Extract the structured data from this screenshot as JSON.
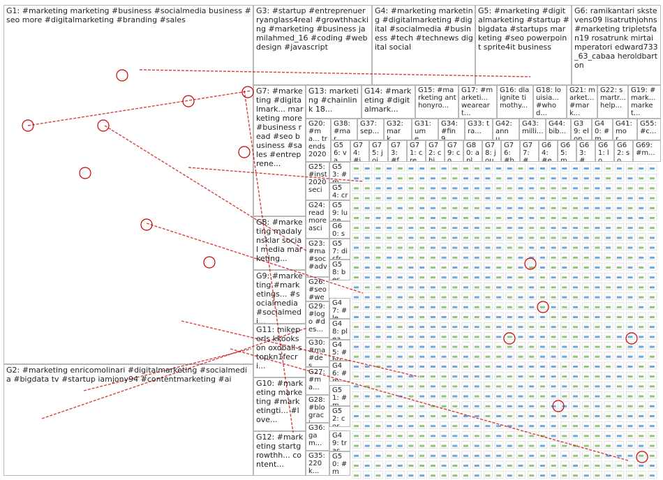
{
  "groups": [
    {
      "id": "G1",
      "text": "G1: #marketing marketing #business #socialmedia business #seo more #digitalmarketing #branding #sales"
    },
    {
      "id": "G2",
      "text": "G2: #marketing enricomolinari #digitalmarketing #socialmedia #bigdata tv #startup iamjony94 #contentmarketing #ai"
    },
    {
      "id": "G3",
      "text": "G3: #startup #entreprenuer ryanglass4real #growthhacking #marketing #business jamilahmed_16 #coding #webdesign #javascript"
    },
    {
      "id": "G4",
      "text": "G4: #marketing marketing #digitalmarketing #digital #socialmedia #business #tech #technews digital social"
    },
    {
      "id": "G5",
      "text": "G5: #marketing #digitalmarketing #startup #bigdata #startups marketing #seo powerpoint sprite4it business"
    },
    {
      "id": "G6",
      "text": "G6: ramikantari skstevens09 lisatruthjohns #marketing tripletsfan19 rosatrunk mirtaimperatori edward733_63_cabaa heroldbarton"
    },
    {
      "id": "G7",
      "text": "G7: #marketing #digitalmark... marketing more #business read #seo business #sales #entreprene..."
    },
    {
      "id": "G8",
      "text": "G8: #marketing madalynsklar social media marketing..."
    },
    {
      "id": "G9",
      "text": "G9: #marketing #marketings... #socialmedia #socialmedi..."
    },
    {
      "id": "G10",
      "text": "G10: #marketing marketing #marketingti... #love..."
    },
    {
      "id": "G11",
      "text": "G11: mikeperls kkookson oxoball stopkn1fecri..."
    },
    {
      "id": "G12",
      "text": "G12: #marketing startgrowthh... content..."
    },
    {
      "id": "G13",
      "text": "G13: marketing #chainlink 18..."
    },
    {
      "id": "G14",
      "text": "G14: #marketing #digitalmark..."
    },
    {
      "id": "G15",
      "text": "G15: #marketing anthonyro..."
    },
    {
      "id": "G17",
      "text": "G17: #marketi... weareart..."
    },
    {
      "id": "G16",
      "text": "G16: dlaignite timothy..."
    },
    {
      "id": "G18",
      "text": "G18: louisia... #whod..."
    },
    {
      "id": "G21",
      "text": "G21: market... #mark..."
    },
    {
      "id": "G22",
      "text": "G22: smartr... help..."
    },
    {
      "id": "G19",
      "text": "G19: #mark... market..."
    },
    {
      "id": "G20",
      "text": "G20: #ma... trends 2020"
    },
    {
      "id": "G38",
      "text": "G38: #mar..."
    },
    {
      "id": "G37",
      "text": "G37: sep..."
    },
    {
      "id": "G32",
      "text": "G32: mark..."
    },
    {
      "id": "G31",
      "text": "G31: ume..."
    },
    {
      "id": "G34",
      "text": "G34: #fin9..."
    },
    {
      "id": "G33",
      "text": "G33: tra..."
    },
    {
      "id": "G42",
      "text": "G42: annu..."
    },
    {
      "id": "G43",
      "text": "G43: milli..."
    },
    {
      "id": "G44",
      "text": "G44: bib..."
    },
    {
      "id": "G39",
      "text": "G39: elon..."
    },
    {
      "id": "G40",
      "text": "G40: #ma..."
    },
    {
      "id": "G41",
      "text": "G41: mor..."
    },
    {
      "id": "G55",
      "text": "G55: #c..."
    },
    {
      "id": "G56",
      "text": "G56: vac..."
    },
    {
      "id": "G74",
      "text": "G74: #jo..."
    },
    {
      "id": "G75",
      "text": "G75: join..."
    },
    {
      "id": "G73",
      "text": "G73: #fo..."
    },
    {
      "id": "G71",
      "text": "G71: cre..."
    },
    {
      "id": "G72",
      "text": "G72: chi..."
    },
    {
      "id": "G79",
      "text": "G79: con..."
    },
    {
      "id": "G80",
      "text": "G80: apli..."
    },
    {
      "id": "G78",
      "text": "G78: jour..."
    },
    {
      "id": "G76",
      "text": "G76: #br..."
    },
    {
      "id": "G77",
      "text": "G77: #m..."
    },
    {
      "id": "G64",
      "text": "G64: #es..."
    },
    {
      "id": "G65",
      "text": "G65: me..."
    },
    {
      "id": "G63",
      "text": "G63: #k..."
    },
    {
      "id": "G61",
      "text": "G61: log..."
    },
    {
      "id": "G62",
      "text": "G62: soc..."
    },
    {
      "id": "G69",
      "text": "G69: #m..."
    },
    {
      "id": "G25",
      "text": "G25: #inst 2020 seci"
    },
    {
      "id": "G53",
      "text": "G53: #ma..."
    },
    {
      "id": "G54",
      "text": "G54: crea..."
    },
    {
      "id": "G24",
      "text": "G24: read more asci"
    },
    {
      "id": "G59",
      "text": "G59: lune..."
    },
    {
      "id": "G60",
      "text": "G60: sem..."
    },
    {
      "id": "G23",
      "text": "G23: #ma #soc #adv"
    },
    {
      "id": "G57",
      "text": "G57: disfr..."
    },
    {
      "id": "G26",
      "text": "G26: #seo #we"
    },
    {
      "id": "G58",
      "text": "G58: best..."
    },
    {
      "id": "G47",
      "text": "G47: #lea..."
    },
    {
      "id": "G29",
      "text": "G29: #logo #des..."
    },
    {
      "id": "G48",
      "text": "G48: plea..."
    },
    {
      "id": "G30",
      "text": "G30: #ma #des..."
    },
    {
      "id": "G45",
      "text": "G45: #bu..."
    },
    {
      "id": "G27",
      "text": "G27: #ma..."
    },
    {
      "id": "G46",
      "text": "G46: #ma..."
    },
    {
      "id": "G51",
      "text": "G51: #ma..."
    },
    {
      "id": "G28",
      "text": "G28: #blo graci..."
    },
    {
      "id": "G52",
      "text": "G52: corp..."
    },
    {
      "id": "G36",
      "text": "G36: gam..."
    },
    {
      "id": "G49",
      "text": "G49: tras..."
    },
    {
      "id": "G35",
      "text": "G35: 220k..."
    },
    {
      "id": "G50",
      "text": "G50: #ma..."
    }
  ],
  "palette": {
    "tile_border": "#b8b8b8",
    "edge_red": "#cc0000",
    "edge_gray": "#9a9a9a",
    "node_dark": "#1d2a55",
    "node_mid": "#4d6aa8",
    "node_light": "#d8d8d8",
    "g2_blue": "#3f8fd8"
  }
}
